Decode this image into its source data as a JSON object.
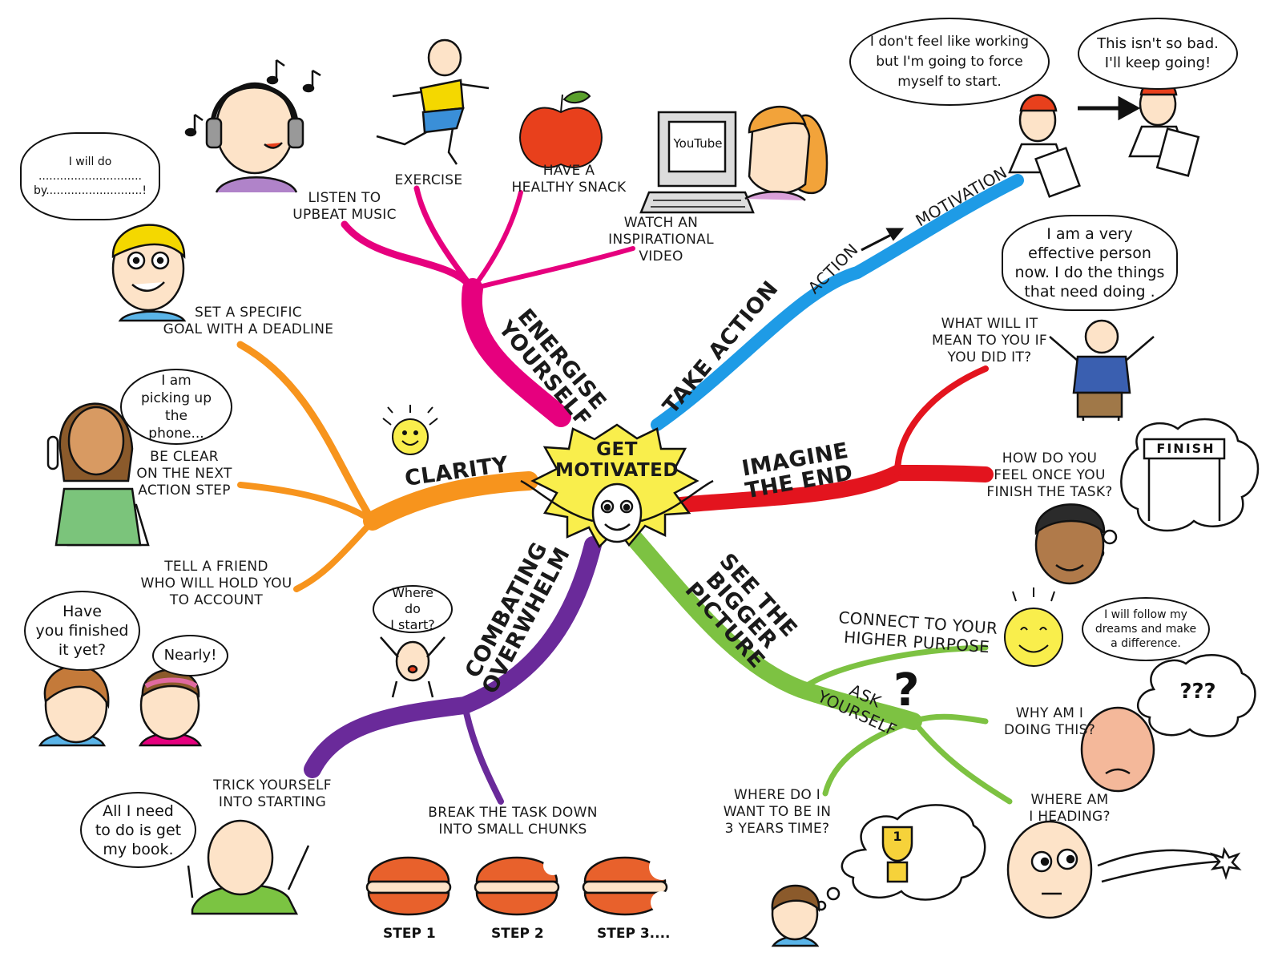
{
  "center": {
    "title": "GET\nMOTIVATED"
  },
  "branches": {
    "energise": {
      "label": "ENERGISE\nYOURSELF",
      "color": "#e6007e",
      "items": [
        "LISTEN TO\nUPBEAT MUSIC",
        "EXERCISE",
        "HAVE A\nHEALTHY SNACK",
        "WATCH AN\nINSPIRATIONAL\nVIDEO"
      ]
    },
    "take_action": {
      "label": "TAKE ACTION",
      "sub": "ACTION",
      "sub2": "MOTIVATION",
      "color": "#1e9be6"
    },
    "imagine": {
      "label": "IMAGINE\nTHE END",
      "color": "#e3141e",
      "items": [
        "WHAT WILL IT\nMEAN TO YOU IF\nYOU DID IT?",
        "HOW DO YOU\nFEEL ONCE YOU\nFINISH THE TASK?"
      ]
    },
    "bigger": {
      "label": "SEE THE\nBIGGER PICTURE",
      "color": "#7dc242",
      "items": [
        "CONNECT TO YOUR\nHIGHER PURPOSE",
        "ASK\nYOURSELF",
        "WHY AM I\nDOING THIS?",
        "WHERE DO I\nWANT TO BE IN\n3 YEARS TIME?",
        "WHERE AM\nI HEADING?"
      ]
    },
    "overwhelm": {
      "label": "COMBATING\nOVERWHELM",
      "color": "#6a2a9a",
      "items": [
        "TRICK YOURSELF\nINTO STARTING",
        "BREAK THE TASK DOWN\nINTO SMALL CHUNKS"
      ],
      "steps": [
        "STEP 1",
        "STEP 2",
        "STEP 3...."
      ]
    },
    "clarity": {
      "label": "CLARITY",
      "color": "#f7941d",
      "items": [
        "SET A SPECIFIC\nGOAL WITH A DEADLINE",
        "BE CLEAR\nON THE NEXT\nACTION STEP",
        "TELL A FRIEND\nWHO WILL HOLD YOU\nTO ACCOUNT"
      ]
    }
  },
  "bubbles": {
    "will_do": "I will do\n.............................\nby...........................!",
    "dont_feel": "I don't feel like working\nbut I'm going to force\nmyself to start.",
    "not_bad": "This isn't so bad.\nI'll keep going!",
    "effective": "I am a very\neffective person\nnow. I do the things\nthat need doing .",
    "phone": "I am\npicking up the\nphone...",
    "where_start": "Where do\nI start?",
    "finished": "Have\nyou finished\nit yet?",
    "nearly": "Nearly!",
    "book": "All I need\nto do is get\nmy book.",
    "dreams": "I will follow my\ndreams and make\na difference.",
    "qqq": "??? "
  },
  "signs": {
    "youtube": "YouTube",
    "finish": "FINISH",
    "trophy": "1"
  },
  "colors": {
    "skin": "#fde3c8",
    "sun": "#f9ee4c",
    "burger": "#e8612c"
  }
}
